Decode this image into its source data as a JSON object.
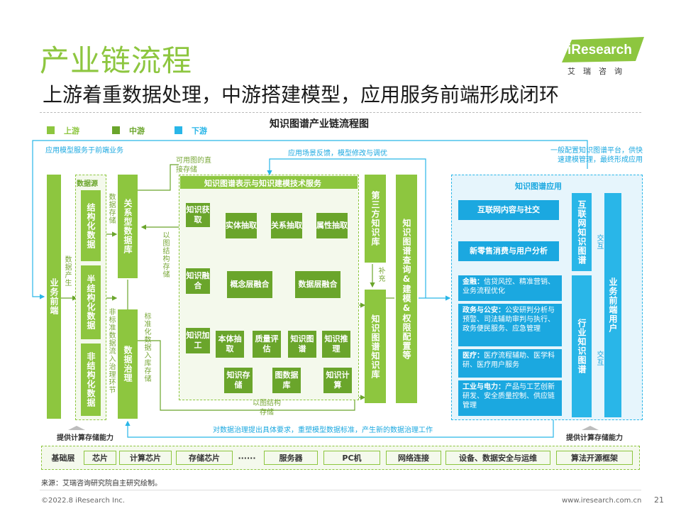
{
  "header": {
    "title": "产业链流程",
    "subtitle": "上游着重数据处理，中游搭建模型，应用服务前端形成闭环",
    "logo_main": "iResearch",
    "logo_sub": "艾瑞咨询"
  },
  "diagram": {
    "title": "知识图谱产业链流程图",
    "legend": [
      "上游",
      "中游",
      "下游"
    ],
    "colors": {
      "upstream": "#8dc63f",
      "midstream": "#6aa52b",
      "downstream": "#29b6e8"
    },
    "top_flow_label": "应用模型服务于前端业务",
    "feedback_label": "应用场景反馈，模型修改与调优",
    "graph_storage_label": "可用图的直接存储",
    "platform_note": "一般配置知识图谱平台，供快速建模管理，最终形成应用",
    "business_front": "业务前端",
    "data_generation": "数据产生",
    "data_source": {
      "title": "数据源",
      "items": [
        "结构化数据",
        "半结构化数据",
        "非结构化数据"
      ]
    },
    "data_storage_label": "数据存储",
    "relational_db": "关系型数据库",
    "data_governance": "数据治理",
    "nonstandard_label": "非标准数据流入治理环节",
    "standard_label": "标准化数据入库存储",
    "graph_struct_label": "以图结构存储",
    "graph_struct_label2": "以图结构存储",
    "tech_panel": {
      "title": "知识图谱表示与知识建模技术服务",
      "row1": [
        "知识获取",
        "实体抽取",
        "关系抽取",
        "属性抽取"
      ],
      "row2": [
        "知识融合",
        "概念层融合",
        "数据层融合"
      ],
      "row3": [
        "知识加工",
        "本体抽取",
        "质量评估",
        "知识图谱",
        "知识推理"
      ],
      "row4": [
        "知识存储",
        "图数据库",
        "知识计算"
      ]
    },
    "third_party": "第三方知识库",
    "supplement": "补充",
    "kg_kb": "知识图谱知识库",
    "kg_query": "知识图谱查询&建模&权限配置等",
    "app_panel": {
      "title": "知识图谱应用",
      "internet": "互联网内容与社交",
      "retail": "新零售消费与用户分析",
      "internet_kg": "互联网知识图谱",
      "industry_kg": "行业知识图谱",
      "interact1": "交互",
      "interact2": "交互",
      "front_users": "业务前端用户",
      "finance_head": "金融：",
      "finance_body": "信贷风控、精准营销、业务流程优化",
      "gov_head": "政务与公安：",
      "gov_body": "公安研判分析与预警、司法辅助审判与执行、政务便民服务、应急管理",
      "med_head": "医疗：",
      "med_body": "医疗流程辅助、医学科研、医疗用户服务",
      "ind_head": "工业与电力：",
      "ind_body": "产品与工艺创新研发、安全质量控制、供应链管理"
    },
    "bottom_flow_label": "对数据治理提出具体要求，重塑模型数据标准，产生新的数据治理工作",
    "compute_left": "提供计算存储能力",
    "compute_right": "提供计算存储能力",
    "base_layer": [
      "基础层",
      "芯片",
      "计算芯片",
      "存储芯片",
      "······",
      "服务器",
      "PC机",
      "网络连接",
      "设备、数据安全与运维",
      "算法开源框架"
    ]
  },
  "footer": {
    "source": "来源：艾瑞咨询研究院自主研究绘制。",
    "copyright": "©2022.8 iResearch Inc.",
    "website": "www.iresearch.com.cn",
    "page": "21"
  }
}
